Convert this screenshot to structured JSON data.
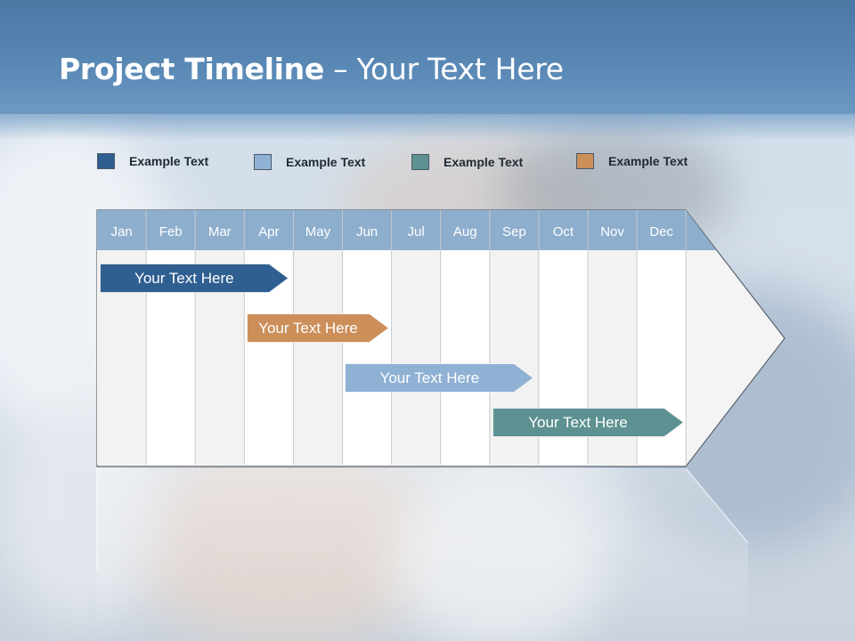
{
  "header": {
    "title_bold": "Project Timeline",
    "title_rest": " – Your Text Here"
  },
  "legend": [
    {
      "label": "Example Text",
      "color": "#2f5f91"
    },
    {
      "label": "Example Text",
      "color": "#8fb1d4"
    },
    {
      "label": "Example Text",
      "color": "#5e9191"
    },
    {
      "label": "Example Text",
      "color": "#cc8f5a"
    }
  ],
  "timeline": {
    "months": [
      "Jan",
      "Feb",
      "Mar",
      "Apr",
      "May",
      "Jun",
      "Jul",
      "Aug",
      "Sep",
      "Oct",
      "Nov",
      "Dec"
    ],
    "bars": [
      {
        "label": "Your  Text Here",
        "start_month": 0.05,
        "end_month": 3.9,
        "color": "#2f5f91"
      },
      {
        "label": "Your  Text Here",
        "start_month": 3.05,
        "end_month": 5.95,
        "color": "#cc8f5a"
      },
      {
        "label": "Your  Text Here",
        "start_month": 5.05,
        "end_month": 8.9,
        "color": "#8fb1d4"
      },
      {
        "label": "Your  Text Here",
        "start_month": 8.05,
        "end_month": 11.95,
        "color": "#5e9191"
      }
    ]
  }
}
